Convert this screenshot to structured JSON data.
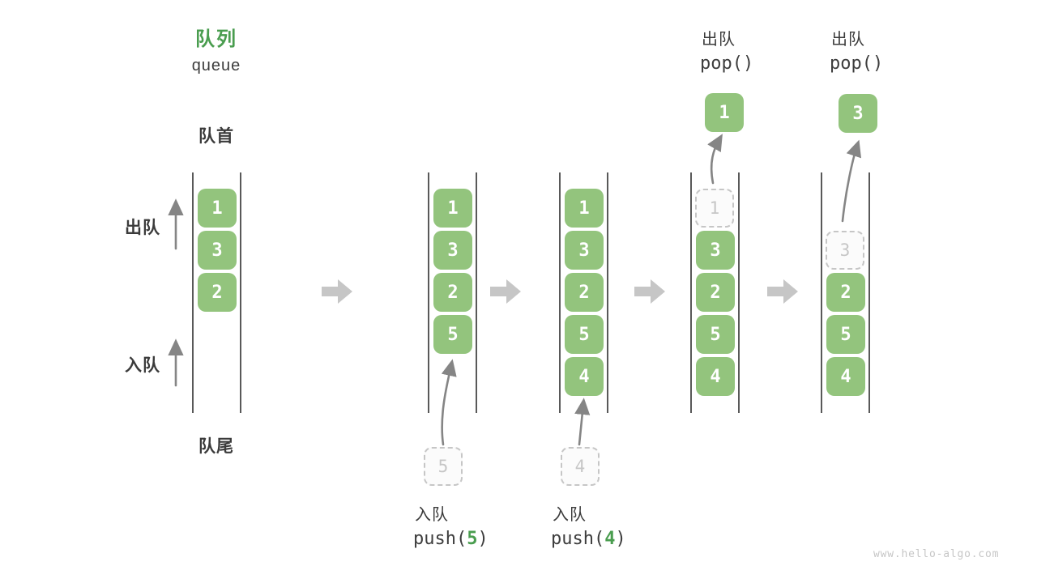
{
  "title": {
    "zh": "队列",
    "en": "queue"
  },
  "labels": {
    "front": "队首",
    "rear": "队尾",
    "dequeue_side": "出队",
    "enqueue_side": "入队"
  },
  "queues": {
    "q1": [
      "1",
      "3",
      "2"
    ],
    "q2": [
      "1",
      "3",
      "2",
      "5"
    ],
    "q3": [
      "1",
      "3",
      "2",
      "5",
      "4"
    ],
    "q4": [
      "3",
      "2",
      "5",
      "4"
    ],
    "q4_dashed": "1",
    "q5": [
      "2",
      "5",
      "4"
    ],
    "q5_dashed": "3"
  },
  "ops": {
    "push5": {
      "label": "入队",
      "code_fn": "push(",
      "code_arg": "5",
      "code_end": ")",
      "staged": "5"
    },
    "push4": {
      "label": "入队",
      "code_fn": "push(",
      "code_arg": "4",
      "code_end": ")",
      "staged": "4"
    },
    "pop1": {
      "label": "出队",
      "code": "pop()",
      "popped": "1"
    },
    "pop3": {
      "label": "出队",
      "code": "pop()",
      "popped": "3"
    }
  },
  "colors": {
    "cell_green": "#93c47d",
    "accent_green": "#4a9d4f",
    "text_dark": "#3d3d3d",
    "rail_gray": "#595959",
    "thin_arrow_gray": "#858585",
    "block_arrow_gray": "#c6c6c6",
    "dashed_gray": "#c6c6c6",
    "watermark_gray": "#c6c6c6"
  },
  "watermark": "www.hello-algo.com"
}
